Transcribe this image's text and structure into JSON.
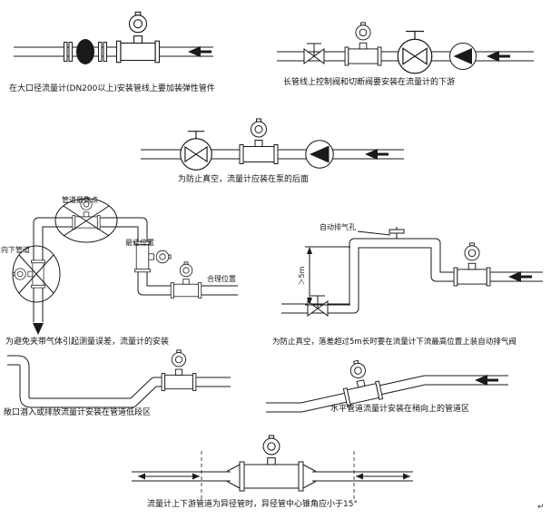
{
  "page": {
    "background": "#ffffff",
    "line_color": "#1a1a1a",
    "corner_mark": "↵"
  },
  "captions": {
    "elastic_fitting": "在大口径流量计(DN200以上)安装管线上要加装弹性管件",
    "valves_downstream": "长管线上控制阀和切断阀要安装在流量计的下游",
    "after_pump": "为防止真空，流量计应装在泵的后面",
    "gas_entrainment": "为避免夹带气体引起测量误差，流量计的安装",
    "auto_vent_valve": "为防止真空，落差超过5m长时要在流量计下流最高位置上装自动排气阀",
    "low_section": "敞口潜入或排放流量计安装在管道低段区",
    "upward_section": "水平管道流量计安装在稍向上的管道区",
    "reducer_cone": "流量计上下游管道为异径管时，异径管中心锥角应小于15°"
  },
  "labels": {
    "pipe_highest_point": "管道最高点",
    "downward_pipe": "向下管道",
    "best_position": "最佳位置",
    "reasonable_position": "合理位置",
    "auto_vent_hole": "自动排气孔",
    "drop_height": "＞5m"
  }
}
